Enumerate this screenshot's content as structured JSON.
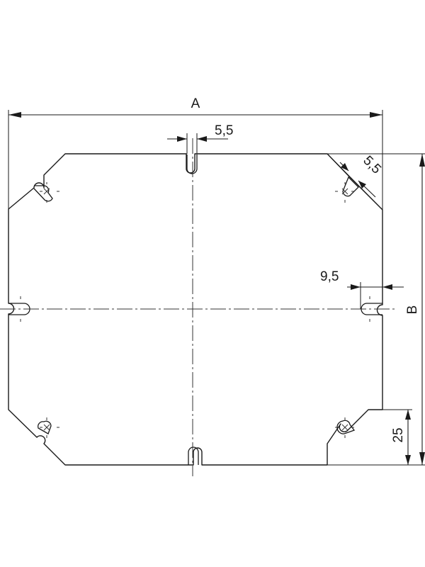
{
  "dimensions": {
    "width_label": "A",
    "height_label": "B",
    "slot_width_top": "5,5",
    "slot_width_corner": "5,5",
    "slot_depth_side": "9,5",
    "corner_offset": "25"
  }
}
